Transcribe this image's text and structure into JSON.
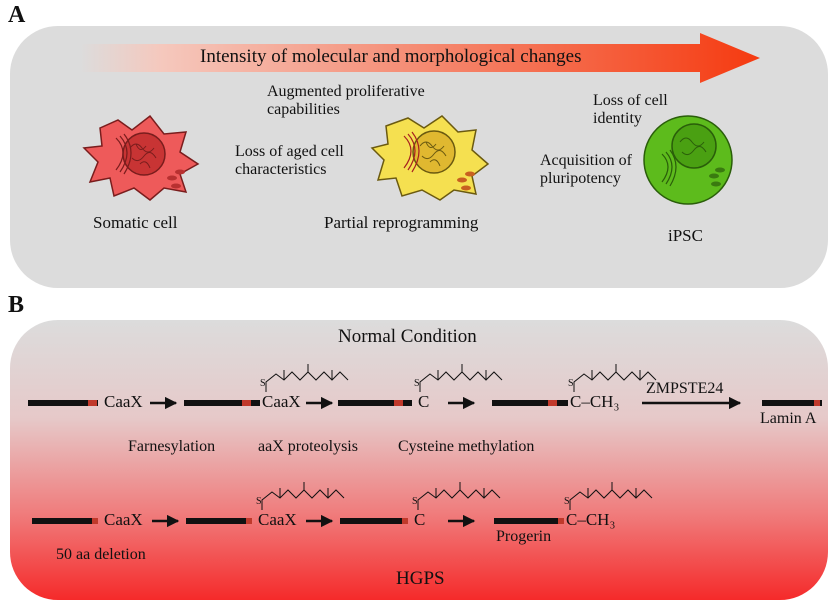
{
  "panel_a": {
    "letter": "A",
    "arrow_label": "Intensity of molecular and morphological changes",
    "texts": {
      "augmented": "Augmented proliferative",
      "capabilities": "capabilities",
      "loss_aged_1": "Loss of aged cell",
      "loss_aged_2": "characteristics",
      "loss_identity_1": "Loss of cell",
      "loss_identity_2": "identity",
      "acquisition_1": "Acquisition of",
      "acquisition_2": "pluripotency"
    },
    "cells": [
      {
        "label": "Somatic cell",
        "color": "#ee5a5a"
      },
      {
        "label": "Partial reprogramming",
        "color": "#f5e050"
      },
      {
        "label": "iPSC",
        "color": "#5dbb1c"
      }
    ]
  },
  "panel_b": {
    "letter": "B",
    "normal_title": "Normal Condition",
    "hgps_title": "HGPS",
    "motif_caax": "CaaX",
    "motif_c": "C",
    "methyl": "C–CH₃",
    "sulfur": "S",
    "enzyme": "ZMPSTE24",
    "lamin": "Lamin A",
    "steps": [
      "Farnesylation",
      "aaX proteolysis",
      "Cysteine methylation"
    ],
    "deletion": "50 aa deletion",
    "progerin": "Progerin"
  },
  "colors": {
    "arrow_start": "#f7c8c0",
    "arrow_end": "#f53a10",
    "panel_grey": "#dcdcdc",
    "protein_bar": "#111111",
    "protein_tip": "#c0392b"
  }
}
